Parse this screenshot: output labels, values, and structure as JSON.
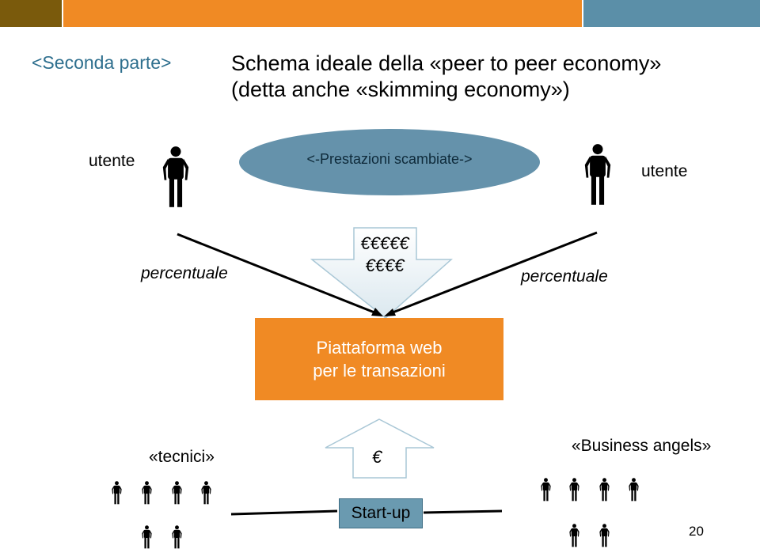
{
  "colors": {
    "bar_brown": "#7a5a0c",
    "bar_orange": "#f08a24",
    "bar_blue": "#5b8fa8",
    "ellipse": "#6592ab",
    "platform": "#f08a24"
  },
  "section_label": "<Seconda parte>",
  "title": {
    "line1": "Schema ideale della «peer to peer economy»",
    "line2": "(detta anche «skimming economy»)"
  },
  "left_user": "utente",
  "right_user": "utente",
  "exchange": "<-Prestazioni scambiate->",
  "percent_left": "percentuale",
  "percent_right": "percentuale",
  "money_top": {
    "line1": "€€€€€",
    "line2": "€€€€"
  },
  "platform": {
    "line1": "Piattaforma web",
    "line2": "per le transazioni"
  },
  "tecnici": "«tecnici»",
  "business_angels": "«Business angels»",
  "euro_up": "€",
  "startup": "Start-up",
  "page_number": "20",
  "icons": {
    "person": "person-icon"
  }
}
